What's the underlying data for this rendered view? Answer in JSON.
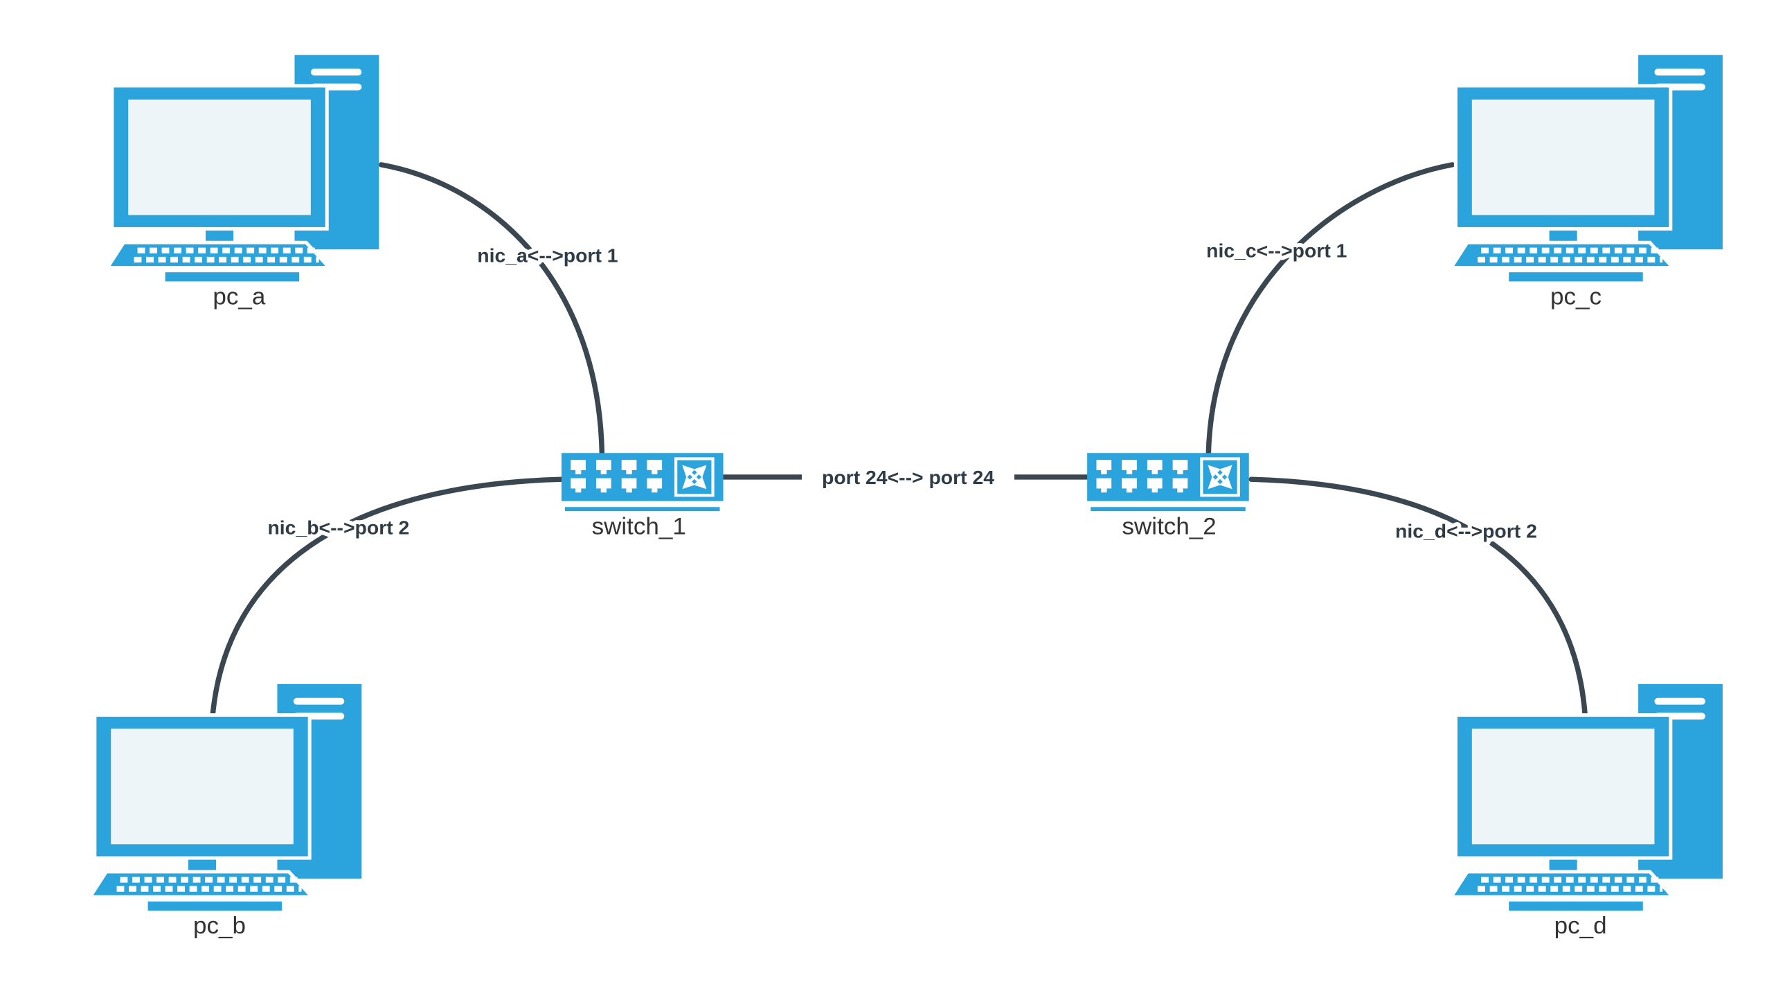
{
  "colors": {
    "accent": "#2BA3DC",
    "screen": "#eef5f9",
    "line": "#3A4750",
    "label": "#333333",
    "background": "#ffffff"
  },
  "diagram": {
    "type": "network-topology",
    "nodes": {
      "pc_a": {
        "label": "pc_a",
        "kind": "pc"
      },
      "pc_b": {
        "label": "pc_b",
        "kind": "pc"
      },
      "pc_c": {
        "label": "pc_c",
        "kind": "pc"
      },
      "pc_d": {
        "label": "pc_d",
        "kind": "pc"
      },
      "switch_1": {
        "label": "switch_1",
        "kind": "switch"
      },
      "switch_2": {
        "label": "switch_2",
        "kind": "switch"
      }
    },
    "edges": {
      "pc_a__switch_1": {
        "label": "nic_a<-->port 1"
      },
      "pc_b__switch_1": {
        "label": "nic_b<-->port 2"
      },
      "pc_c__switch_2": {
        "label": "nic_c<-->port 1"
      },
      "pc_d__switch_2": {
        "label": "nic_d<-->port 2"
      },
      "switch_1__switch_2": {
        "label": "port 24<--> port 24"
      }
    }
  }
}
